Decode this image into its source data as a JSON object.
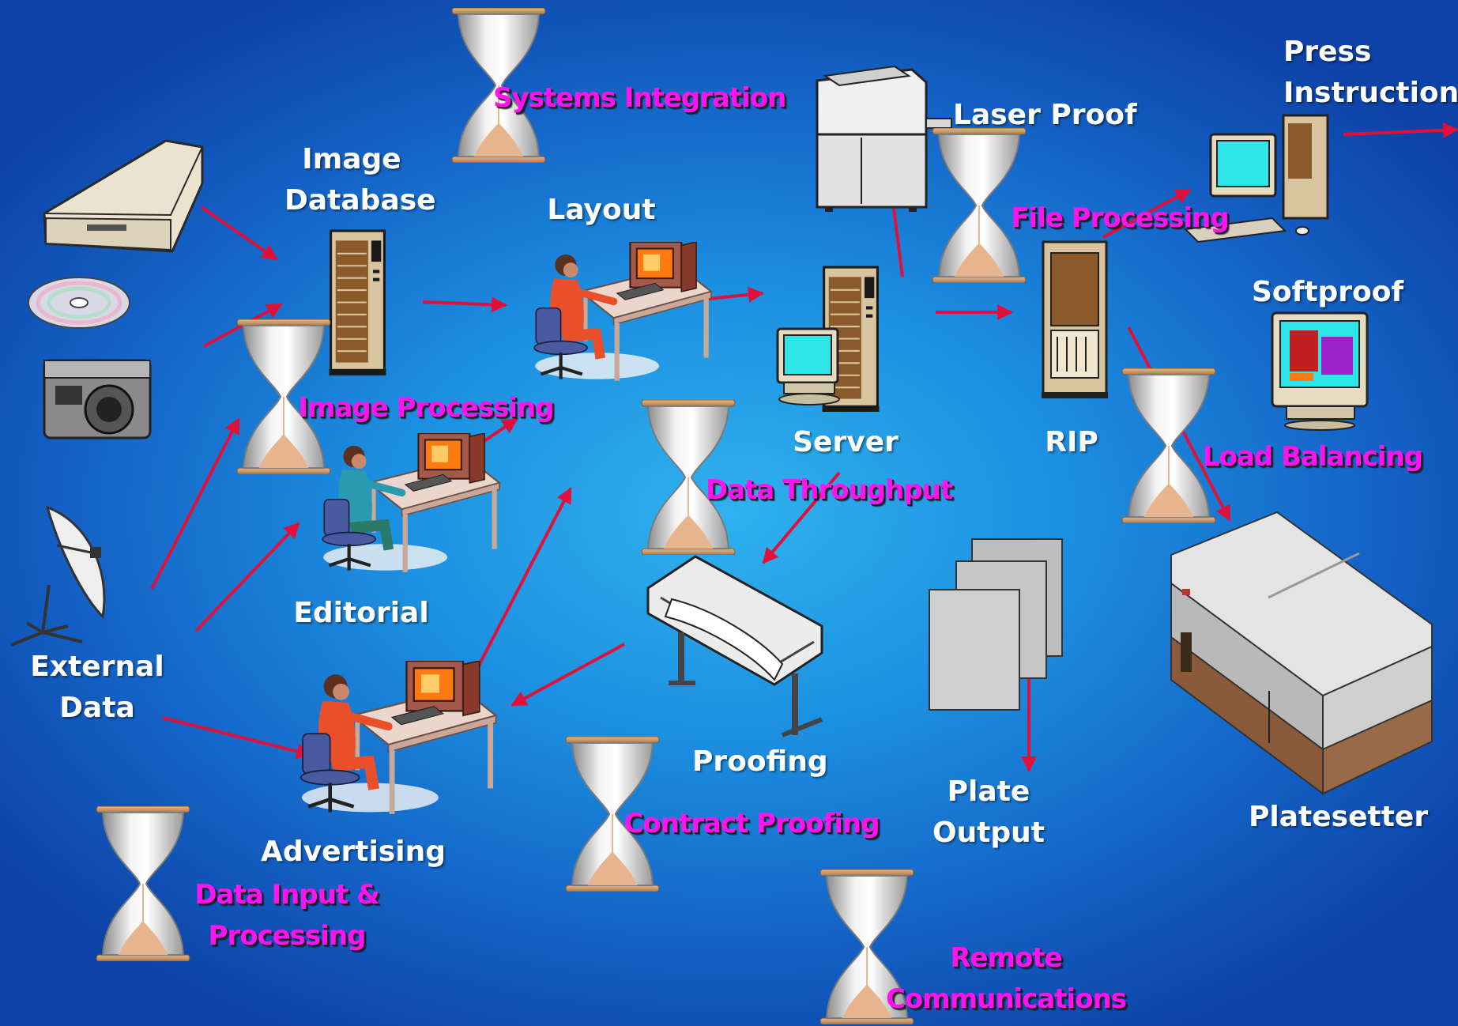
{
  "colors": {
    "background": "#1c8fe0",
    "label": "#ffffff",
    "process_label": "#ff14f0",
    "arrow": "#e0103a"
  },
  "nodes": {
    "image_database": [
      "Image",
      "Database"
    ],
    "layout": "Layout",
    "laser_proof": "Laser Proof",
    "press_instructions": [
      "Press",
      "Instructions"
    ],
    "softproof": "Softproof",
    "server": "Server",
    "rip": "RIP",
    "editorial": "Editorial",
    "external_data": [
      "External",
      "Data"
    ],
    "proofing": "Proofing",
    "plate_output": [
      "Plate",
      "Output"
    ],
    "platesetter": "Platesetter",
    "advertising": "Advertising"
  },
  "processes": {
    "systems_integration": "Systems Integration",
    "file_processing": "File Processing",
    "image_processing": "Image Processing",
    "load_balancing": "Load Balancing",
    "data_throughput": "Data Throughput",
    "contract_proofing": "Contract Proofing",
    "data_input": [
      "Data Input &",
      "Processing"
    ],
    "remote_communications": [
      "Remote",
      "Communications"
    ]
  },
  "icons": [
    "scanner-icon",
    "cd-icon",
    "camera-icon",
    "satellite-dish-icon",
    "server-tower-icon",
    "workstation-icon",
    "desktop-computer-icon",
    "laser-printer-icon",
    "rip-rack-icon",
    "softproof-monitor-icon",
    "plotter-icon",
    "plates-icon",
    "platesetter-icon",
    "hourglass-icon"
  ]
}
